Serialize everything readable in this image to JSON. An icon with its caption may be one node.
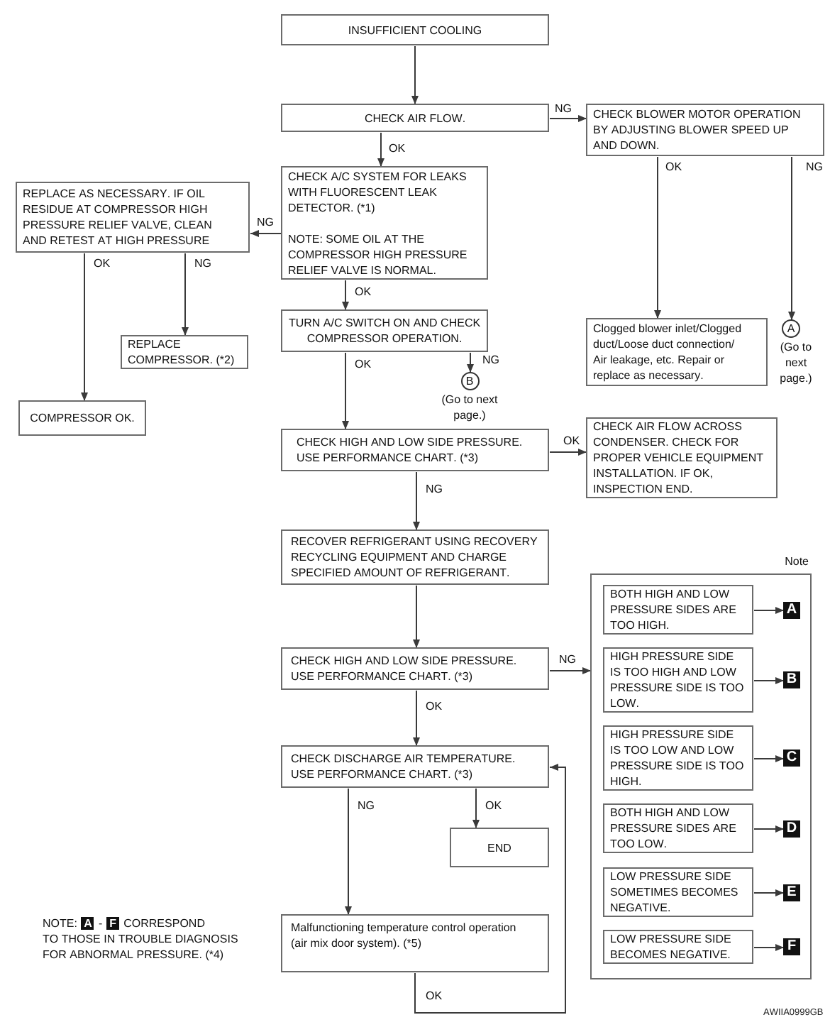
{
  "diagram": {
    "nodes": [
      {
        "text": [
          "INSUFFICIENT COOLING"
        ]
      },
      {
        "text": [
          "CHECK AIR FLOW."
        ]
      },
      {
        "text": [
          "CHECK BLOWER MOTOR OPERATION BY ADJUSTING BLOWER SPEED UP AND DOWN."
        ]
      },
      {
        "text": [
          "CHECK A/C SYSTEM FOR LEAKS WITH FLUORESCENT LEAK DETECTOR. (*1)",
          "NOTE: SOME OIL AT THE COMPRESSOR HIGH PRESSURE RELIEF VALVE IS NORMAL."
        ]
      },
      {
        "text": [
          "REPLACE AS NECESSARY. IF OIL RESIDUE AT COMPRESSOR HIGH PRESSURE RELIEF VALVE, CLEAN AND RETEST AT HIGH PRESSURE"
        ]
      },
      {
        "text": [
          "TURN A/C SWITCH ON AND CHECK COMPRESSOR OPERATION."
        ]
      },
      {
        "text": [
          "Clogged blower inlet/Clogged duct/Loose duct connection/ Air leakage, etc. Repair or replace as necessary."
        ]
      },
      {
        "text": [
          "A"
        ],
        "beside": [
          "(Go to next page.)"
        ]
      },
      {
        "text": [
          "REPLACE COMPRESSOR. (*2)"
        ]
      },
      {
        "text": [
          "B"
        ],
        "beside": [
          "(Go to next page.)"
        ]
      },
      {
        "text": [
          "COMPRESSOR OK."
        ]
      },
      {
        "text": [
          "CHECK HIGH AND LOW SIDE PRESSURE. USE PERFORMANCE CHART. (*3)"
        ]
      },
      {
        "text": [
          "CHECK AIR FLOW ACROSS CONDENSER. CHECK FOR PROPER VEHICLE EQUIPMENT INSTALLATION. IF OK, INSPECTION END."
        ]
      },
      {
        "text": [
          "RECOVER REFRIGERANT USING RECOVERY RECYCLING EQUIPMENT AND CHARGE SPECIFIED AMOUNT OF REFRIGERANT."
        ]
      },
      {
        "text": [
          "Note"
        ]
      },
      {
        "text": [
          "BOTH HIGH AND LOW PRESSURE SIDES ARE TOO HIGH."
        ],
        "in": 14
      },
      {
        "text": [
          "A"
        ],
        "in": 14
      },
      {
        "text": [
          "HIGH PRESSURE SIDE IS TOO HIGH AND LOW PRESSURE SIDE IS TOO LOW."
        ],
        "in": 14
      },
      {
        "text": [
          "B"
        ],
        "in": 14
      },
      {
        "text": [
          "HIGH PRESSURE SIDE IS TOO LOW AND LOW PRESSURE SIDE IS TOO HIGH."
        ],
        "in": 14
      },
      {
        "text": [
          "C"
        ],
        "in": 14
      },
      {
        "text": [
          "BOTH HIGH AND LOW PRESSURE SIDES ARE TOO LOW."
        ],
        "in": 14
      },
      {
        "text": [
          "D"
        ],
        "in": 14
      },
      {
        "text": [
          "LOW PRESSURE SIDE SOMETIMES BECOMES NEGATIVE."
        ],
        "in": 14
      },
      {
        "text": [
          "E"
        ],
        "in": 14
      },
      {
        "text": [
          "LOW PRESSURE SIDE BECOMES NEGATIVE."
        ],
        "in": 14
      },
      {
        "text": [
          "F"
        ],
        "in": 14
      },
      {
        "text": [
          "CHECK HIGH AND LOW SIDE PRESSURE. USE PERFORMANCE CHART. (*3)"
        ]
      },
      {
        "text": [
          "CHECK DISCHARGE AIR TEMPERATURE. USE PERFORMANCE CHART. (*3)"
        ]
      },
      {
        "text": [
          "END"
        ]
      },
      {
        "text": [
          "Malfunctioning temperature control operation (air mix door system). (*5)"
        ]
      }
    ],
    "edges": [
      {
        "from": 0,
        "to": 1,
        "arrow": "to"
      },
      {
        "from": 1,
        "to": 2,
        "arrow": "to",
        "label": "NG"
      },
      {
        "from": 1,
        "to": 3,
        "arrow": "to",
        "label": "OK"
      },
      {
        "from": 2,
        "to": 6,
        "arrow": "to",
        "label": "OK"
      },
      {
        "from": 2,
        "to": 7,
        "arrow": "to",
        "label": "NG"
      },
      {
        "from": 3,
        "to": 4,
        "arrow": "to",
        "label": "NG"
      },
      {
        "from": 3,
        "to": 5,
        "arrow": "to",
        "label": "OK"
      },
      {
        "from": 4,
        "to": 10,
        "arrow": "to",
        "label": "OK"
      },
      {
        "from": 4,
        "to": 8,
        "arrow": "to",
        "label": "NG"
      },
      {
        "from": 5,
        "to": 11,
        "arrow": "to",
        "label": "OK"
      },
      {
        "from": 5,
        "to": 9,
        "arrow": "to",
        "label": "NG"
      },
      {
        "from": 11,
        "to": 12,
        "arrow": "to",
        "label": "OK"
      },
      {
        "from": 11,
        "to": 13,
        "arrow": "to",
        "label": "NG"
      },
      {
        "from": 13,
        "to": 27,
        "arrow": "to"
      },
      {
        "from": 27,
        "to": 14,
        "arrow": "to",
        "label": "NG"
      },
      {
        "from": 27,
        "to": 28,
        "arrow": "to",
        "label": "OK"
      },
      {
        "from": 28,
        "to": 30,
        "arrow": "to",
        "label": "NG"
      },
      {
        "from": 28,
        "to": 29,
        "arrow": "to",
        "label": "OK"
      },
      {
        "from": 30,
        "to": 28,
        "arrow": "to",
        "label": "OK"
      },
      {
        "from": 15,
        "to": 16,
        "arrow": "to"
      },
      {
        "from": 17,
        "to": 18,
        "arrow": "to"
      },
      {
        "from": 19,
        "to": 20,
        "arrow": "to"
      },
      {
        "from": 21,
        "to": 22,
        "arrow": "to"
      },
      {
        "from": 23,
        "to": 24,
        "arrow": "to"
      },
      {
        "from": 25,
        "to": 26,
        "arrow": "to"
      }
    ],
    "labels": [
      "NOTE:",
      "A",
      "-",
      "F",
      "CORRESPOND",
      "TO THOSE IN TROUBLE DIAGNOSIS FOR ABNORMAL PRESSURE. (*4)",
      "AWIIA0999GB"
    ]
  }
}
